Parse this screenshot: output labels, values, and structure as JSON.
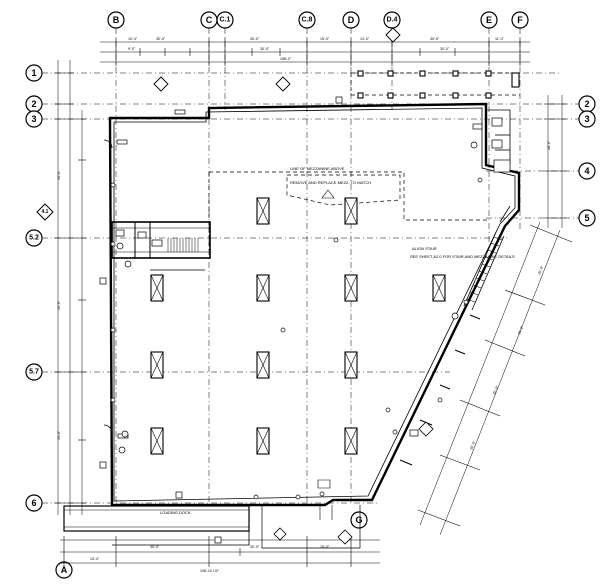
{
  "plan": {
    "grid_letters": [
      "B",
      "C",
      "C.1",
      "C.8",
      "D",
      "D.4",
      "E",
      "F",
      "G",
      "A"
    ],
    "grid_numbers": [
      "1",
      "2",
      "3",
      "4",
      "5",
      "6",
      "5.2",
      "5.7",
      "4.1"
    ],
    "notes": {
      "mezzanine_line": "LINE OF MEZZANINE ABOVE",
      "mezzanine_sub": "REMOVE AND REPLACE MEZZ. TO MATCH",
      "sheet_ref": "SEE SHEET A2.0 FOR STAIR AND MEZZANINE DETAILS",
      "stair_note": "ALIGN STAIR",
      "loading_dock": "LOADING DOCK"
    },
    "colors": {
      "ink": "#000000",
      "paper": "#ffffff"
    }
  }
}
